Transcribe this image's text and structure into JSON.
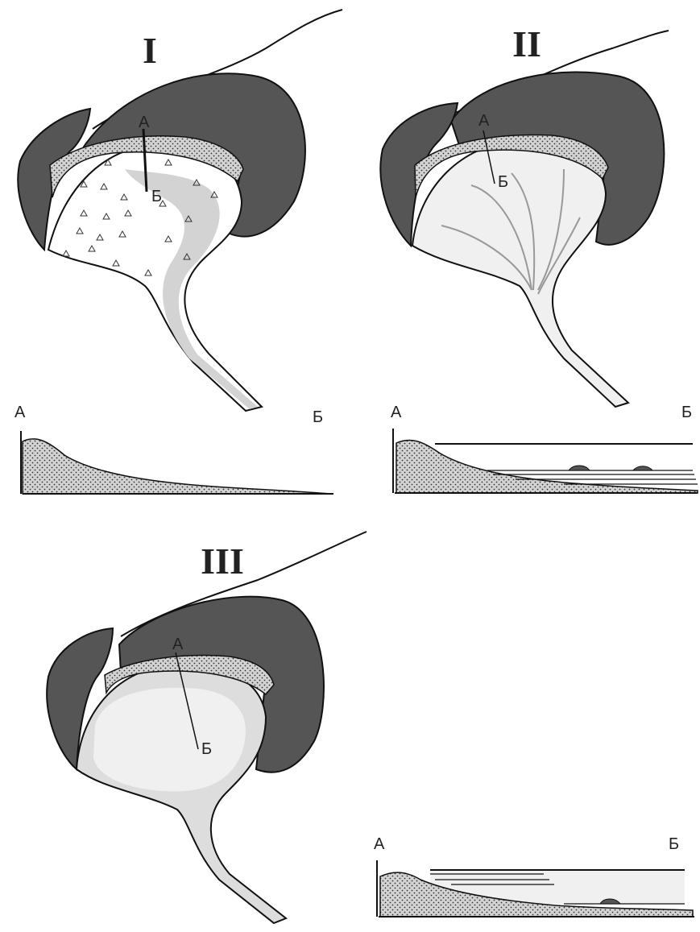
{
  "panels": [
    {
      "numeral": "I",
      "label_a": "А",
      "label_b": "Б"
    },
    {
      "numeral": "II",
      "label_a": "А",
      "label_b": "Б"
    },
    {
      "numeral": "III",
      "label_a": "А",
      "label_b": "Б"
    }
  ],
  "profiles": [
    {
      "label_a": "А",
      "label_b": "Б"
    },
    {
      "label_a": "А",
      "label_b": "Б"
    },
    {
      "label_a": "А",
      "label_b": "Б"
    }
  ],
  "colors": {
    "glacier": "#555555",
    "moraine": "#d3d3d3",
    "lake_light": "#f0f0f0",
    "lake_mid": "#dddddd",
    "outline": "#111111",
    "paper": "#ffffff"
  }
}
